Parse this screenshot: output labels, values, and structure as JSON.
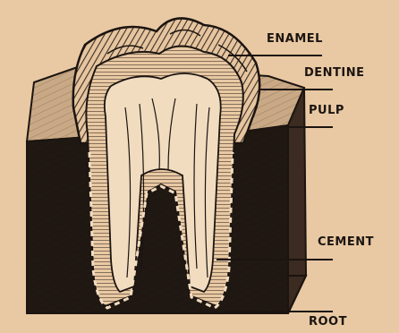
{
  "labels": {
    "enamel": "ENAMEL",
    "dentine": "DENTINE",
    "pulp": "PULP",
    "cement": "CEMENT",
    "root": "ROOT"
  },
  "colors": {
    "paper": "#e9c9a3",
    "ink": "#1b1410"
  }
}
